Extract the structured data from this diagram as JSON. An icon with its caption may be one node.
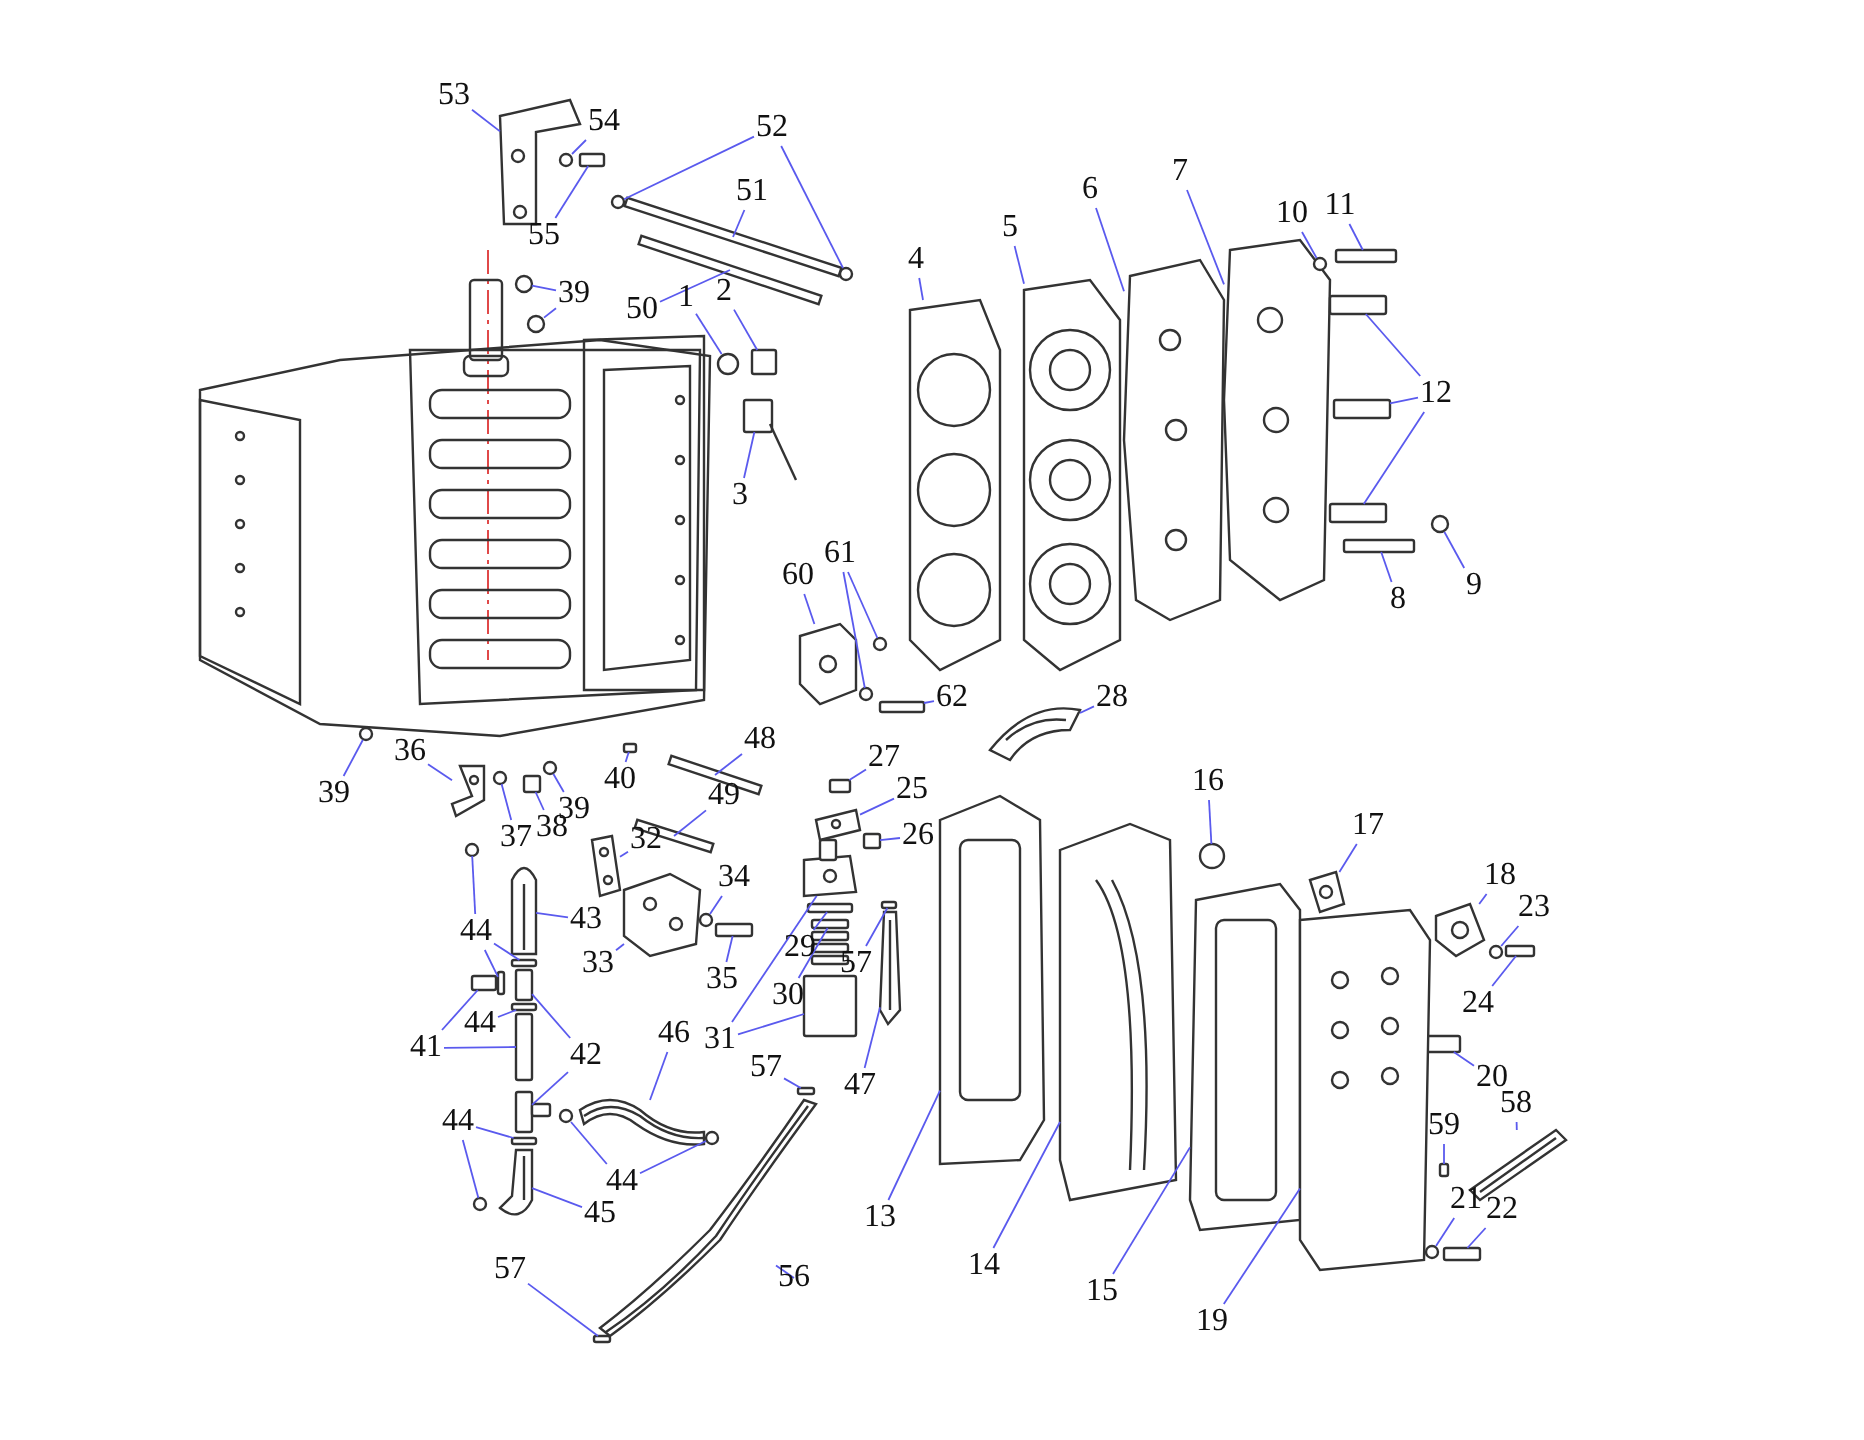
{
  "diagram": {
    "nodes": [
      {
        "text": [
          "53"
        ]
      },
      {
        "text": [
          "54"
        ]
      },
      {
        "text": [
          "52"
        ]
      },
      {
        "text": [
          "51"
        ]
      },
      {
        "text": [
          "55"
        ]
      },
      {
        "text": [
          "7"
        ]
      },
      {
        "text": [
          "6"
        ]
      },
      {
        "text": [
          "10"
        ]
      },
      {
        "text": [
          "11"
        ]
      },
      {
        "text": [
          "5"
        ]
      },
      {
        "text": [
          "4"
        ]
      },
      {
        "text": [
          "39"
        ]
      },
      {
        "text": [
          "2"
        ]
      },
      {
        "text": [
          "1"
        ]
      },
      {
        "text": [
          "50"
        ]
      },
      {
        "text": [
          "12"
        ]
      },
      {
        "text": [
          "3"
        ]
      },
      {
        "text": [
          "61"
        ]
      },
      {
        "text": [
          "60"
        ]
      },
      {
        "text": [
          "9"
        ]
      },
      {
        "text": [
          "8"
        ]
      },
      {
        "text": [
          "62"
        ]
      },
      {
        "text": [
          "28"
        ]
      },
      {
        "text": [
          "48"
        ]
      },
      {
        "text": [
          "27"
        ]
      },
      {
        "text": [
          "36"
        ]
      },
      {
        "text": [
          "16"
        ]
      },
      {
        "text": [
          "40"
        ]
      },
      {
        "text": [
          "25"
        ]
      },
      {
        "text": [
          "39"
        ]
      },
      {
        "text": [
          "39"
        ]
      },
      {
        "text": [
          "49"
        ]
      },
      {
        "text": [
          "17"
        ]
      },
      {
        "text": [
          "38"
        ]
      },
      {
        "text": [
          "26"
        ]
      },
      {
        "text": [
          "37"
        ]
      },
      {
        "text": [
          "32"
        ]
      },
      {
        "text": [
          "18"
        ]
      },
      {
        "text": [
          "34"
        ]
      },
      {
        "text": [
          "23"
        ]
      },
      {
        "text": [
          "43"
        ]
      },
      {
        "text": [
          "44"
        ]
      },
      {
        "text": [
          "29"
        ]
      },
      {
        "text": [
          "33"
        ]
      },
      {
        "text": [
          "57"
        ]
      },
      {
        "text": [
          "35"
        ]
      },
      {
        "text": [
          "30"
        ]
      },
      {
        "text": [
          "24"
        ]
      },
      {
        "text": [
          "44"
        ]
      },
      {
        "text": [
          "46"
        ]
      },
      {
        "text": [
          "31"
        ]
      },
      {
        "text": [
          "41"
        ]
      },
      {
        "text": [
          "42"
        ]
      },
      {
        "text": [
          "57"
        ]
      },
      {
        "text": [
          "20"
        ]
      },
      {
        "text": [
          "47"
        ]
      },
      {
        "text": [
          "58"
        ]
      },
      {
        "text": [
          "44"
        ]
      },
      {
        "text": [
          "59"
        ]
      },
      {
        "text": [
          "44"
        ]
      },
      {
        "text": [
          "21"
        ]
      },
      {
        "text": [
          "22"
        ]
      },
      {
        "text": [
          "45"
        ]
      },
      {
        "text": [
          "13"
        ]
      },
      {
        "text": [
          "14"
        ]
      },
      {
        "text": [
          "57"
        ]
      },
      {
        "text": [
          "56"
        ]
      },
      {
        "text": [
          "15"
        ]
      },
      {
        "text": [
          "19"
        ]
      },
      {
        "text": [],
        "shape": "picture"
      },
      {
        "text": [],
        "shape": "circle"
      },
      {
        "text": [],
        "shape": "circle"
      },
      {
        "text": [],
        "shape": "circle"
      },
      {
        "text": [],
        "shape": "bar"
      },
      {
        "text": [],
        "shape": "box"
      },
      {
        "text": [],
        "shape": "picture"
      },
      {
        "text": [],
        "shape": "picture"
      },
      {
        "text": [],
        "shape": "circle"
      },
      {
        "text": [],
        "shape": "box"
      },
      {
        "text": [],
        "shape": "picture"
      },
      {
        "text": [],
        "shape": "picture"
      },
      {
        "text": [],
        "shape": "circle"
      },
      {
        "text": [],
        "shape": "circle"
      },
      {
        "text": [],
        "shape": "box"
      },
      {
        "text": [],
        "shape": "circle"
      },
      {
        "text": [],
        "shape": "bar"
      },
      {
        "text": [],
        "shape": "box"
      },
      {
        "text": [],
        "shape": "box"
      },
      {
        "text": [],
        "shape": "box"
      },
      {
        "text": [],
        "shape": "picture"
      },
      {
        "text": [],
        "shape": "circle"
      },
      {
        "text": [],
        "shape": "circle"
      },
      {
        "text": [],
        "shape": "picture"
      },
      {
        "text": [],
        "shape": "circle"
      },
      {
        "text": [],
        "shape": "box"
      },
      {
        "text": [],
        "shape": "box"
      },
      {
        "text": [],
        "shape": "picture"
      },
      {
        "text": [],
        "shape": "bar"
      },
      {
        "text": [],
        "shape": "box"
      },
      {
        "text": [],
        "shape": "picture"
      },
      {
        "text": [],
        "shape": "circle"
      },
      {
        "text": [],
        "shape": "box"
      },
      {
        "text": [],
        "shape": "picture"
      },
      {
        "text": [],
        "shape": "circle"
      },
      {
        "text": [],
        "shape": "circle"
      },
      {
        "text": [],
        "shape": "bar"
      },
      {
        "text": [],
        "shape": "picture"
      },
      {
        "text": [],
        "shape": "box"
      },
      {
        "text": [],
        "shape": "box"
      },
      {
        "text": [],
        "shape": "circle"
      },
      {
        "text": [],
        "shape": "picture"
      },
      {
        "text": [],
        "shape": "picture"
      },
      {
        "text": [],
        "shape": "circle"
      },
      {
        "text": [],
        "shape": "circle"
      },
      {
        "text": [],
        "shape": "picture"
      },
      {
        "text": [],
        "shape": "circle"
      },
      {
        "text": [],
        "shape": "box"
      },
      {
        "text": [],
        "shape": "box"
      },
      {
        "text": [],
        "shape": "box"
      },
      {
        "text": [],
        "shape": "picture"
      },
      {
        "text": [],
        "shape": "box"
      },
      {
        "text": [],
        "shape": "box"
      },
      {
        "text": [],
        "shape": "picture"
      },
      {
        "text": [],
        "shape": "box"
      },
      {
        "text": [],
        "shape": "box"
      },
      {
        "text": [],
        "shape": "picture"
      },
      {
        "text": [],
        "shape": "picture"
      },
      {
        "text": [],
        "shape": "box"
      },
      {
        "text": [],
        "shape": "box"
      },
      {
        "text": [],
        "shape": "box"
      },
      {
        "text": [],
        "shape": "box"
      },
      {
        "text": [],
        "shape": "picture"
      },
      {
        "text": [],
        "shape": "box"
      },
      {
        "text": [],
        "shape": "box"
      },
      {
        "text": [],
        "shape": "picture"
      },
      {
        "text": [],
        "shape": "picture"
      },
      {
        "text": [],
        "shape": "box"
      },
      {
        "text": [],
        "shape": "circle"
      },
      {
        "text": [],
        "shape": "box"
      },
      {
        "text": [],
        "shape": "circle"
      },
      {
        "text": [],
        "shape": "circle"
      },
      {
        "text": [],
        "shape": "circle"
      },
      {
        "text": [],
        "shape": "box"
      },
      {
        "text": [],
        "shape": "picture"
      },
      {
        "text": [],
        "shape": "picture"
      },
      {
        "text": [],
        "shape": "picture"
      },
      {
        "text": [],
        "shape": "box"
      },
      {
        "text": [],
        "shape": "picture"
      },
      {
        "text": [],
        "shape": "picture"
      },
      {
        "text": [],
        "shape": "picture"
      }
    ],
    "edges": [
      {
        "from": 0,
        "to": 69,
        "arrow": "none"
      },
      {
        "from": 1,
        "to": 70,
        "arrow": "none"
      },
      {
        "from": 2,
        "to": 71,
        "arrow": "none"
      },
      {
        "from": 2,
        "to": 72,
        "arrow": "none"
      },
      {
        "from": 3,
        "to": 73,
        "arrow": "none"
      },
      {
        "from": 4,
        "to": 74,
        "arrow": "none"
      },
      {
        "from": 5,
        "to": 75,
        "arrow": "none"
      },
      {
        "from": 6,
        "to": 76,
        "arrow": "none"
      },
      {
        "from": 7,
        "to": 77,
        "arrow": "none"
      },
      {
        "from": 8,
        "to": 78,
        "arrow": "none"
      },
      {
        "from": 9,
        "to": 79,
        "arrow": "none"
      },
      {
        "from": 10,
        "to": 80,
        "arrow": "none"
      },
      {
        "from": 11,
        "to": 81,
        "arrow": "none"
      },
      {
        "from": 11,
        "to": 82,
        "arrow": "none"
      },
      {
        "from": 12,
        "to": 83,
        "arrow": "none"
      },
      {
        "from": 13,
        "to": 84,
        "arrow": "none"
      },
      {
        "from": 14,
        "to": 85,
        "arrow": "none"
      },
      {
        "from": 15,
        "to": 86,
        "arrow": "none"
      },
      {
        "from": 15,
        "to": 87,
        "arrow": "none"
      },
      {
        "from": 15,
        "to": 88,
        "arrow": "none"
      },
      {
        "from": 16,
        "to": 89,
        "arrow": "none"
      },
      {
        "from": 17,
        "to": 90,
        "arrow": "none"
      },
      {
        "from": 17,
        "to": 91,
        "arrow": "none"
      },
      {
        "from": 18,
        "to": 92,
        "arrow": "none"
      },
      {
        "from": 19,
        "to": 93,
        "arrow": "none"
      },
      {
        "from": 20,
        "to": 94,
        "arrow": "none"
      },
      {
        "from": 21,
        "to": 95,
        "arrow": "none"
      },
      {
        "from": 22,
        "to": 96,
        "arrow": "none"
      },
      {
        "from": 23,
        "to": 97,
        "arrow": "none"
      },
      {
        "from": 24,
        "to": 98,
        "arrow": "none"
      },
      {
        "from": 25,
        "to": 99,
        "arrow": "none"
      },
      {
        "from": 26,
        "to": 100,
        "arrow": "none"
      },
      {
        "from": 27,
        "to": 101,
        "arrow": "none"
      },
      {
        "from": 28,
        "to": 102,
        "arrow": "none"
      },
      {
        "from": 29,
        "to": 103,
        "arrow": "none"
      },
      {
        "from": 30,
        "to": 104,
        "arrow": "none"
      },
      {
        "from": 31,
        "to": 105,
        "arrow": "none"
      },
      {
        "from": 32,
        "to": 106,
        "arrow": "none"
      },
      {
        "from": 33,
        "to": 107,
        "arrow": "none"
      },
      {
        "from": 34,
        "to": 108,
        "arrow": "none"
      },
      {
        "from": 35,
        "to": 109,
        "arrow": "none"
      },
      {
        "from": 36,
        "to": 110,
        "arrow": "none"
      },
      {
        "from": 37,
        "to": 111,
        "arrow": "none"
      },
      {
        "from": 38,
        "to": 112,
        "arrow": "none"
      },
      {
        "from": 39,
        "to": 113,
        "arrow": "none"
      },
      {
        "from": 40,
        "to": 114,
        "arrow": "none"
      },
      {
        "from": 41,
        "to": 115,
        "arrow": "none"
      },
      {
        "from": 41,
        "to": 116,
        "arrow": "none"
      },
      {
        "from": 41,
        "to": 117,
        "arrow": "none"
      },
      {
        "from": 42,
        "to": 118,
        "arrow": "none"
      },
      {
        "from": 43,
        "to": 119,
        "arrow": "none"
      },
      {
        "from": 44,
        "to": 120,
        "arrow": "none"
      },
      {
        "from": 45,
        "to": 121,
        "arrow": "none"
      },
      {
        "from": 46,
        "to": 122,
        "arrow": "none"
      },
      {
        "from": 47,
        "to": 123,
        "arrow": "none"
      },
      {
        "from": 48,
        "to": 124,
        "arrow": "none"
      },
      {
        "from": 49,
        "to": 125,
        "arrow": "none"
      },
      {
        "from": 50,
        "to": 126,
        "arrow": "none"
      },
      {
        "from": 50,
        "to": 127,
        "arrow": "none"
      },
      {
        "from": 51,
        "to": 128,
        "arrow": "none"
      },
      {
        "from": 51,
        "to": 129,
        "arrow": "none"
      },
      {
        "from": 52,
        "to": 130,
        "arrow": "none"
      },
      {
        "from": 52,
        "to": 131,
        "arrow": "none"
      },
      {
        "from": 53,
        "to": 132,
        "arrow": "none"
      },
      {
        "from": 54,
        "to": 133,
        "arrow": "none"
      },
      {
        "from": 55,
        "to": 134,
        "arrow": "none"
      },
      {
        "from": 56,
        "to": 135,
        "arrow": "none"
      },
      {
        "from": 57,
        "to": 136,
        "arrow": "none"
      },
      {
        "from": 57,
        "to": 137,
        "arrow": "none"
      },
      {
        "from": 58,
        "to": 138,
        "arrow": "none"
      },
      {
        "from": 59,
        "to": 139,
        "arrow": "none"
      },
      {
        "from": 59,
        "to": 140,
        "arrow": "none"
      },
      {
        "from": 60,
        "to": 141,
        "arrow": "none"
      },
      {
        "from": 61,
        "to": 142,
        "arrow": "none"
      },
      {
        "from": 62,
        "to": 143,
        "arrow": "none"
      },
      {
        "from": 63,
        "to": 144,
        "arrow": "none"
      },
      {
        "from": 64,
        "to": 145,
        "arrow": "none"
      },
      {
        "from": 65,
        "to": 146,
        "arrow": "none"
      },
      {
        "from": 66,
        "to": 147,
        "arrow": "none"
      },
      {
        "from": 67,
        "to": 148,
        "arrow": "none"
      },
      {
        "from": 68,
        "to": 149,
        "arrow": "none"
      }
    ]
  }
}
